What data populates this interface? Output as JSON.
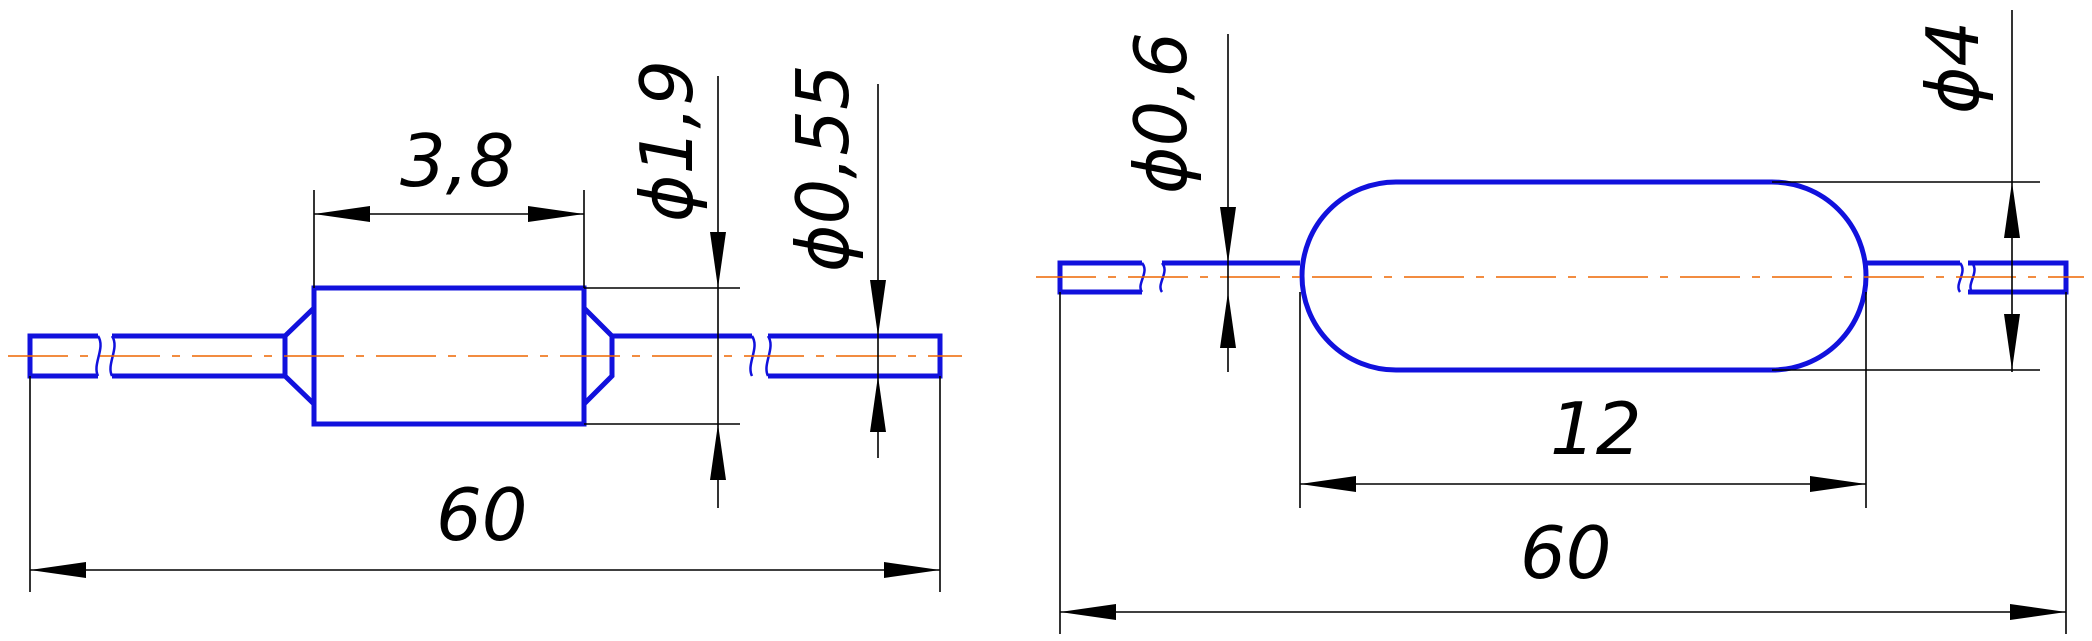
{
  "left_drawing": {
    "dim_body_length": "3,8",
    "dim_body_diameter": "ϕ1,9",
    "dim_lead_diameter": "ϕ0,55",
    "dim_total_length": "60"
  },
  "right_drawing": {
    "dim_lead_diameter": "ϕ0,6",
    "dim_body_diameter": "ϕ4",
    "dim_body_length": "12",
    "dim_total_length": "60"
  },
  "colors": {
    "outline": "#1111dd",
    "centerline": "#ee6600",
    "dimension": "#000000"
  }
}
